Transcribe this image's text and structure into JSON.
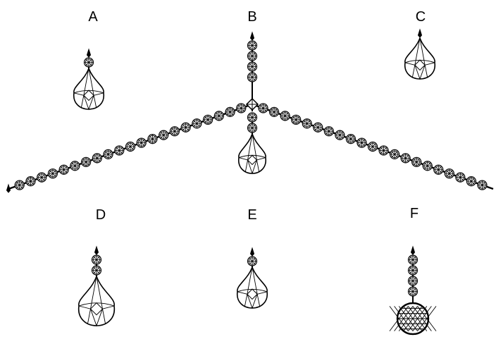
{
  "options": [
    {
      "label": "A",
      "upper_beads": 1,
      "lower_beads": 0,
      "pendant": "teardrop"
    },
    {
      "label": "B",
      "upper_beads": 4,
      "lower_beads": 2,
      "pendant": "teardrop"
    },
    {
      "label": "C",
      "upper_beads": 0,
      "lower_beads": 0,
      "pendant": "teardrop"
    },
    {
      "label": "D",
      "upper_beads": 2,
      "lower_beads": 0,
      "pendant": "teardrop-long"
    },
    {
      "label": "E",
      "upper_beads": 1,
      "lower_beads": 0,
      "pendant": "teardrop"
    },
    {
      "label": "F",
      "upper_beads": 4,
      "lower_beads": 0,
      "pendant": "ball"
    }
  ],
  "colors": {
    "stroke": "#000000",
    "background": "#ffffff"
  }
}
